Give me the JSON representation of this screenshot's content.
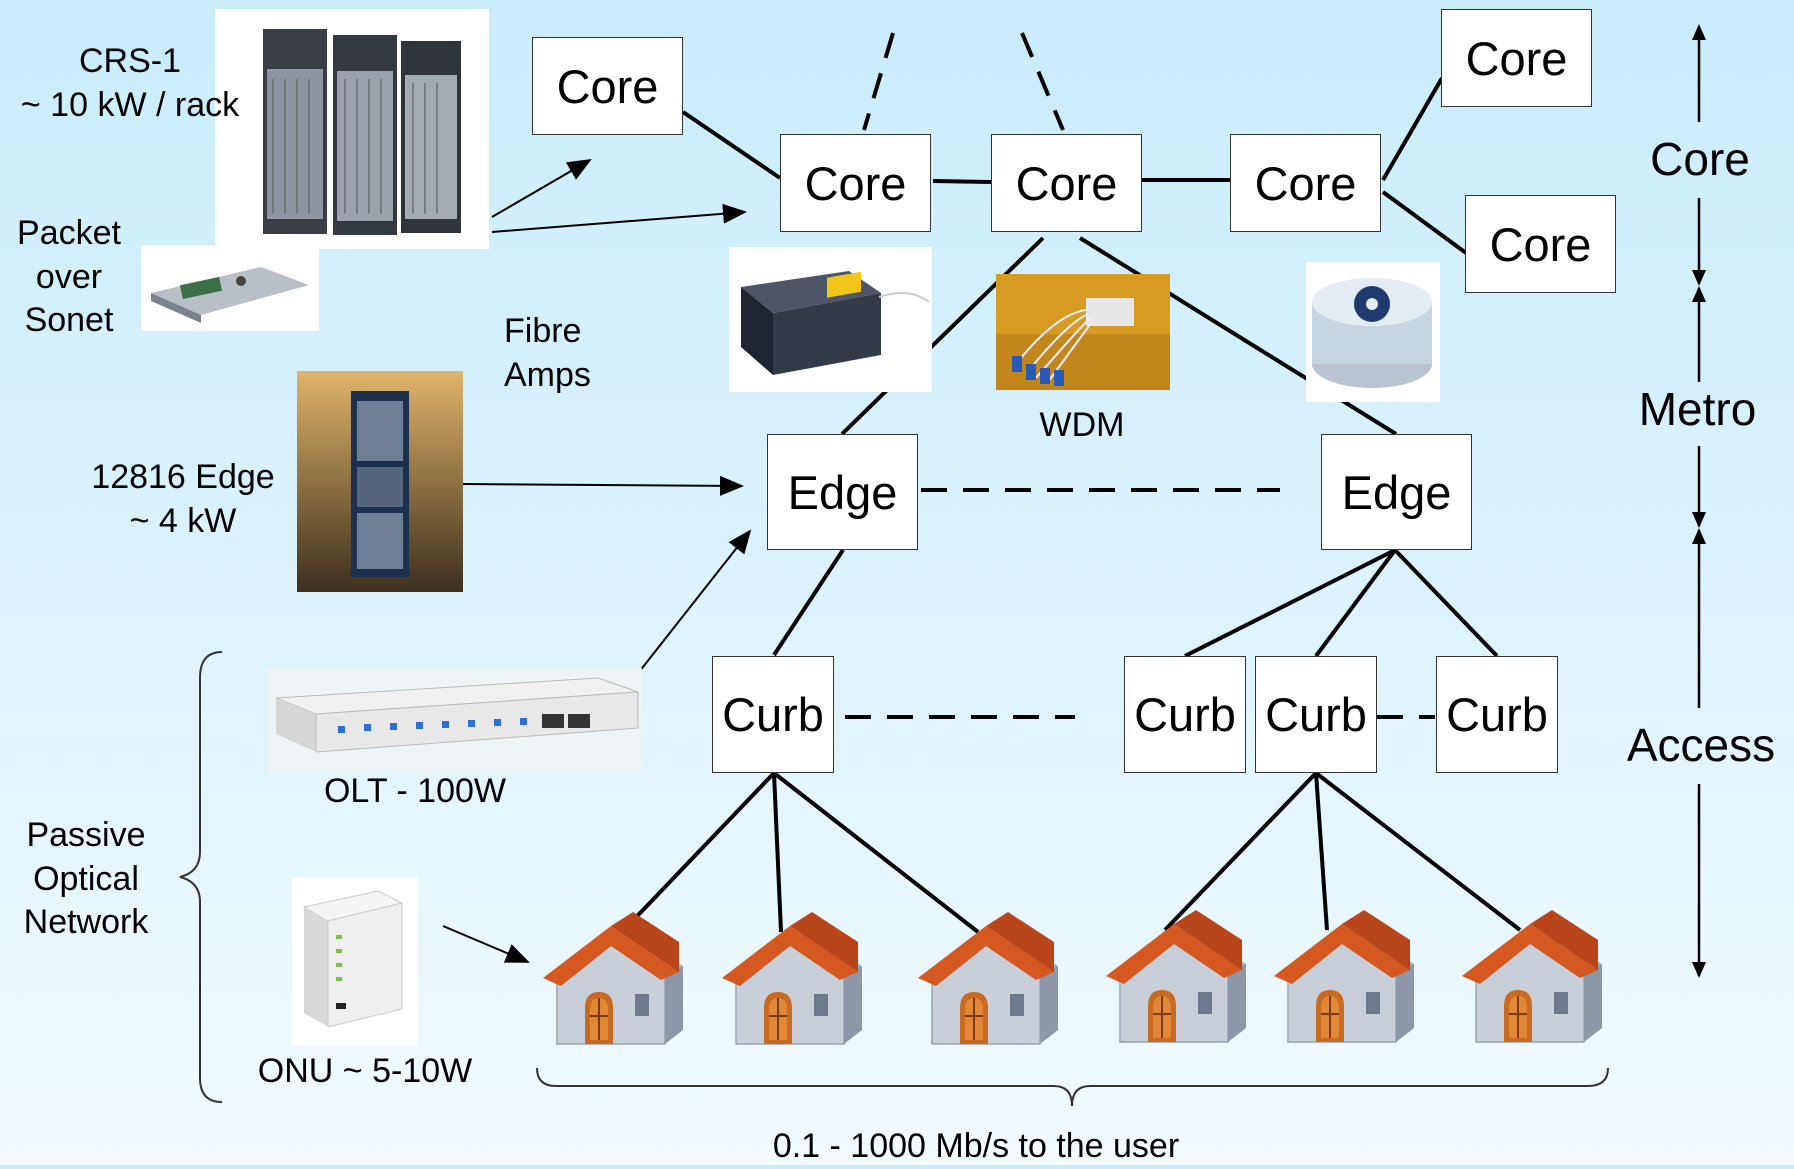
{
  "nodes": {
    "core_a": "Core",
    "core_b": "Core",
    "core_c": "Core",
    "core_d": "Core",
    "core_e": "Core",
    "core_f": "Core",
    "edge_left": "Edge",
    "edge_right": "Edge",
    "curb_1": "Curb",
    "curb_2": "Curb",
    "curb_3": "Curb",
    "curb_4": "Curb"
  },
  "labels": {
    "crs1_line1": "CRS-1",
    "crs1_line2": "~ 10 kW / rack",
    "pos_line1": "Packet",
    "pos_line2": "over",
    "pos_line3": "Sonet",
    "fibre_line1": "Fibre",
    "fibre_line2": "Amps",
    "wdm": "WDM",
    "edge_router_line1": "12816 Edge",
    "edge_router_line2": "~ 4 kW",
    "olt": "OLT - 100W",
    "onu": "ONU ~ 5-10W",
    "pon_line1": "Passive",
    "pon_line2": "Optical",
    "pon_line3": "Network",
    "user_rate": "0.1 - 1000 Mb/s to the user"
  },
  "tiers": {
    "core": "Core",
    "metro": "Metro",
    "access": "Access"
  },
  "icons": [
    "router-rack-image",
    "line-card-image",
    "fibre-amp-image",
    "wdm-coupler-image",
    "fibre-spool-image",
    "edge-router-image",
    "olt-image",
    "onu-image",
    "house-icon"
  ],
  "colors": {
    "roof": "#d4581f",
    "wall": "#c7cdd8",
    "door": "#c96a22",
    "background_top": "#c9ecfb"
  }
}
